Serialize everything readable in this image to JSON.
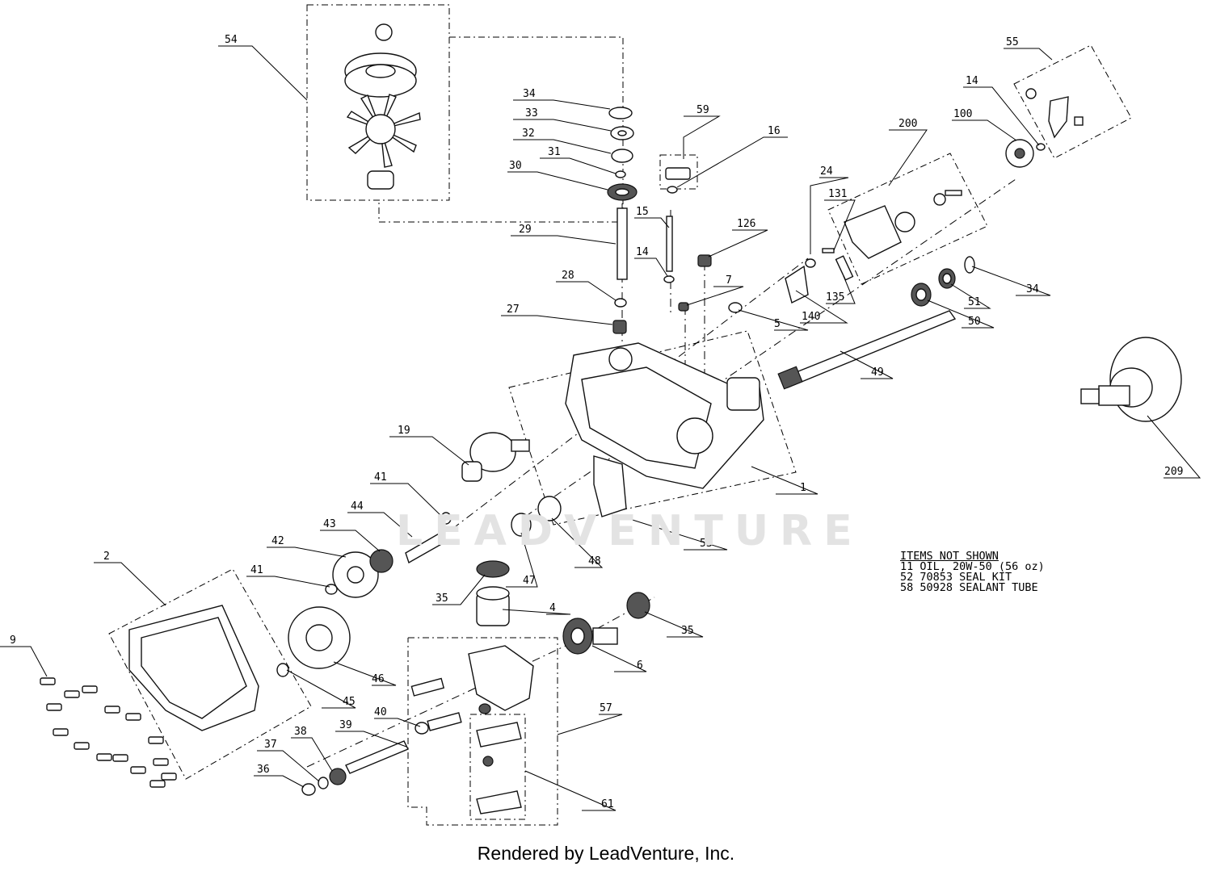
{
  "diagram": {
    "watermark": "LEADVENTURE",
    "footer": "Rendered by LeadVenture, Inc.",
    "notes": {
      "title": "ITEMS NOT SHOWN",
      "lines": [
        "11 OIL, 20W-50 (56 oz)",
        "52 70853 SEAL KIT",
        "58 50928 SEALANT TUBE"
      ]
    },
    "callouts": [
      {
        "id": "54"
      },
      {
        "id": "34"
      },
      {
        "id": "33"
      },
      {
        "id": "32"
      },
      {
        "id": "31"
      },
      {
        "id": "30"
      },
      {
        "id": "29"
      },
      {
        "id": "15"
      },
      {
        "id": "14"
      },
      {
        "id": "28"
      },
      {
        "id": "27"
      },
      {
        "id": "59"
      },
      {
        "id": "16"
      },
      {
        "id": "126"
      },
      {
        "id": "7"
      },
      {
        "id": "24"
      },
      {
        "id": "131"
      },
      {
        "id": "200"
      },
      {
        "id": "100"
      },
      {
        "id": "14"
      },
      {
        "id": "55"
      },
      {
        "id": "140"
      },
      {
        "id": "135"
      },
      {
        "id": "5"
      },
      {
        "id": "34"
      },
      {
        "id": "51"
      },
      {
        "id": "50"
      },
      {
        "id": "49"
      },
      {
        "id": "209"
      },
      {
        "id": "19"
      },
      {
        "id": "1"
      },
      {
        "id": "53"
      },
      {
        "id": "41"
      },
      {
        "id": "44"
      },
      {
        "id": "43"
      },
      {
        "id": "42"
      },
      {
        "id": "41"
      },
      {
        "id": "48"
      },
      {
        "id": "47"
      },
      {
        "id": "35"
      },
      {
        "id": "4"
      },
      {
        "id": "2"
      },
      {
        "id": "9"
      },
      {
        "id": "35"
      },
      {
        "id": "6"
      },
      {
        "id": "46"
      },
      {
        "id": "45"
      },
      {
        "id": "57"
      },
      {
        "id": "40"
      },
      {
        "id": "39"
      },
      {
        "id": "38"
      },
      {
        "id": "37"
      },
      {
        "id": "36"
      },
      {
        "id": "61"
      }
    ]
  }
}
